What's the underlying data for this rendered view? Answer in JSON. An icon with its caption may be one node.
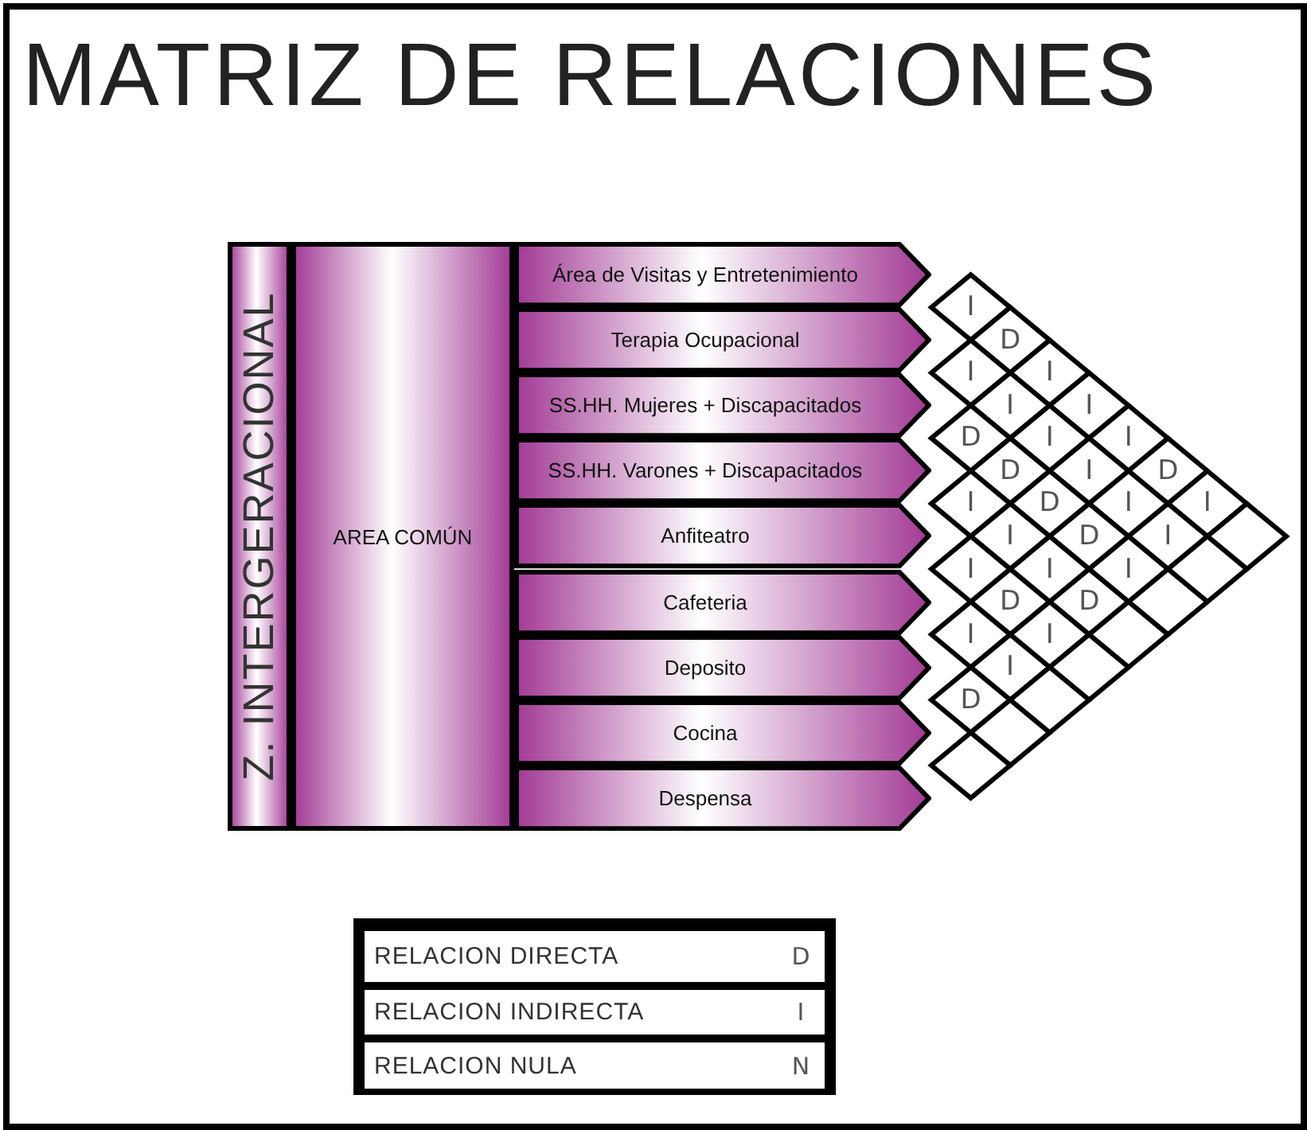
{
  "diagram": {
    "title": "MATRIZ DE RELACIONES",
    "nodes": [
      {
        "text": [
          "Z. INTERGERACIONAL"
        ]
      },
      {
        "text": [
          "AREA COMÚN"
        ]
      },
      {
        "text": [
          "Área de Visitas y Entretenimiento"
        ]
      },
      {
        "text": [
          "Terapia Ocupacional"
        ]
      },
      {
        "text": [
          "SS.HH. Mujeres + Discapacitados"
        ]
      },
      {
        "text": [
          "SS.HH. Varones + Discapacitados"
        ]
      },
      {
        "text": [
          "Anfiteatro"
        ]
      },
      {
        "text": [
          "Cafeteria"
        ]
      },
      {
        "text": [
          "Deposito"
        ]
      },
      {
        "text": [
          "Cocina"
        ]
      },
      {
        "text": [
          "Despensa"
        ]
      }
    ],
    "labels": [
      "I",
      "D",
      "I",
      "I",
      "I",
      "D",
      "I",
      "I",
      "I",
      "I",
      "I",
      "I",
      "I",
      "D",
      "D",
      "D",
      "D",
      "I",
      "I",
      "I",
      "I",
      "D",
      "I",
      "D",
      "I",
      "I",
      "I",
      "D",
      "D",
      "I",
      "N"
    ],
    "legend": [
      {
        "text": "RELACION DIRECTA"
      },
      {
        "text": "RELACION INDIRECTA"
      },
      {
        "text": "RELACION NULA"
      }
    ]
  }
}
